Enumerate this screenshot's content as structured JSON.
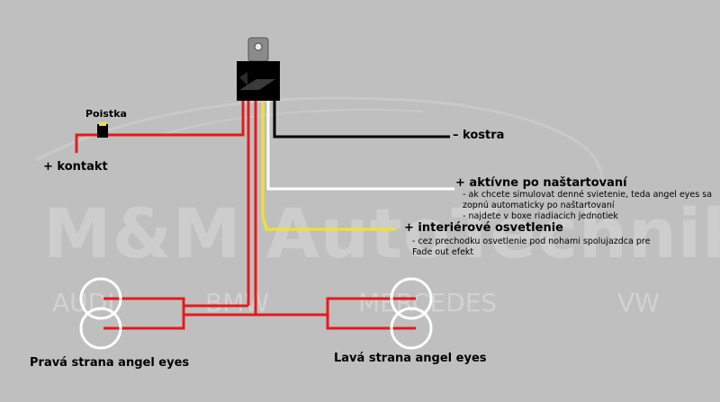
{
  "watermark": {
    "main": "M&M AutoTechnik",
    "brands": [
      "AUDI",
      "BMW",
      "MERCEDES",
      "VW"
    ]
  },
  "labels": {
    "fuse": "Poistka",
    "contact": "+ kontakt",
    "ground": "– kostra",
    "active": "+ aktívne po naštartovaní",
    "active_notes": [
      "- ak chcete simulovat denné svietenie, teda angel eyes sa",
      "zopnú automaticky po naštartovaní",
      "- najdete v boxe riadiacich jednotiek"
    ],
    "interior": "+ interiérové osvetlenie",
    "interior_notes": [
      "- cez prechodku osvetlenie pod nohami spolujazdca pre",
      "Fade out efekt"
    ],
    "right_side": "Pravá strana angel eyes",
    "left_side": "Lavá strana angel eyes"
  },
  "colors": {
    "background": "#bfbfbf",
    "red_wire": "#e41b1b",
    "black_wire": "#000000",
    "white_wire": "#ffffff",
    "yellow_wire": "#f2e22a",
    "relay": "#000000",
    "ring": "#ffffff"
  }
}
